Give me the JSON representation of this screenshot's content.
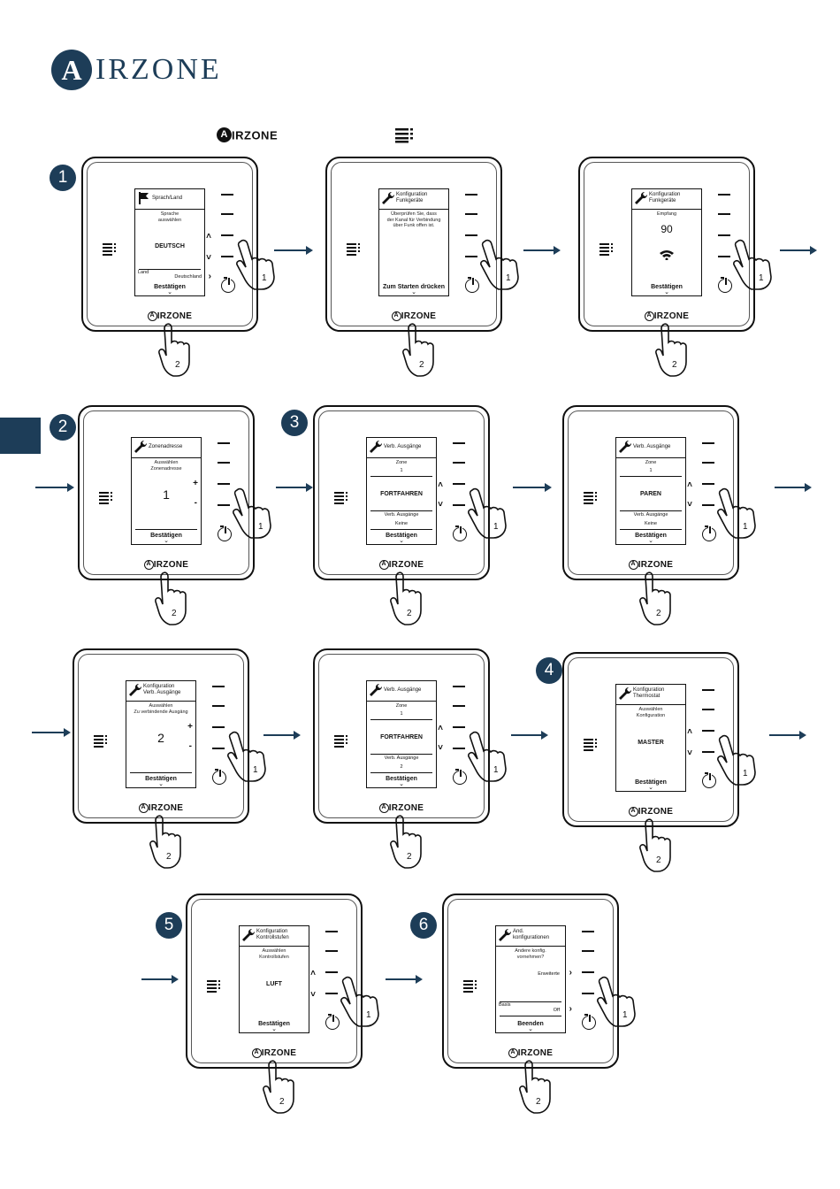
{
  "brand": {
    "logo_letter": "A",
    "logo_word": "IRZONE",
    "brand_small": "IRZONE"
  },
  "steps": [
    "1",
    "2",
    "3",
    "4",
    "5",
    "6"
  ],
  "hand_labels": {
    "one": "1",
    "two": "2"
  },
  "screens": {
    "s1": {
      "title": "Sprach/Land",
      "sub": "Sprache\nauswählen",
      "value": "DEUTSCH",
      "lbl": "Land",
      "lblval": "Deutschland",
      "confirm": "Bestätigen"
    },
    "s2": {
      "title1": "Konfiguration",
      "title2": "Funkgeräte",
      "msg": "Überprüfen Sie, dass\nder Kanal für Verbindung\nüber Funk offen ist.",
      "confirm": "Zum Starten drücken"
    },
    "s3": {
      "title1": "Konfiguration",
      "title2": "Funkgeräte",
      "sub": "Empfang",
      "value": "90",
      "confirm": "Bestätigen"
    },
    "s4": {
      "title": "Zonenadresse",
      "sub": "Auswählen\nZonenadresse",
      "value": "1",
      "plus": "+",
      "minus": "-",
      "confirm": "Bestätigen"
    },
    "s5": {
      "title": "Verb. Ausgänge",
      "zone": "Zone",
      "zoneval": "1",
      "value": "FORTFAHREN",
      "lbl": "Verb. Ausgänge",
      "lblval": "Keine",
      "confirm": "Bestätigen"
    },
    "s6": {
      "title": "Verb. Ausgänge",
      "zone": "Zone",
      "zoneval": "1",
      "value": "PAREN",
      "lbl": "Verb. Ausgänge",
      "lblval": "Keine",
      "confirm": "Bestätigen"
    },
    "s7": {
      "title1": "Konfiguration",
      "title2": "Verb. Ausgänge",
      "sub": "Auswählen\nZu verbindende Ausgäng",
      "value": "2",
      "plus": "+",
      "minus": "-",
      "confirm": "Bestätigen"
    },
    "s8": {
      "title": "Verb. Ausgänge",
      "zone": "Zone",
      "zoneval": "1",
      "value": "FORTFAHREN",
      "lbl": "Verb. Ausgänge",
      "lblval": "2",
      "confirm": "Bestätigen"
    },
    "s9": {
      "title1": "Konfiguration",
      "title2": "Thermostat",
      "sub": "Auswählen\nKonfiguration",
      "value": "MASTER",
      "confirm": "Bestätigen"
    },
    "s10": {
      "title1": "Konfiguration",
      "title2": "Kontrollstufen",
      "sub": "Auswählen\nKontrollstufen",
      "value": "LUFT",
      "confirm": "Bestätigen"
    },
    "s11": {
      "title1": "And.",
      "title2": "konfigurationen",
      "sub": "Andere konfig.\nvornehmen?",
      "value": "Erweiterte",
      "lbl": "Basis",
      "lblval": "Off",
      "confirm": "Beenden"
    }
  },
  "colors": {
    "accent": "#1d3d58"
  }
}
